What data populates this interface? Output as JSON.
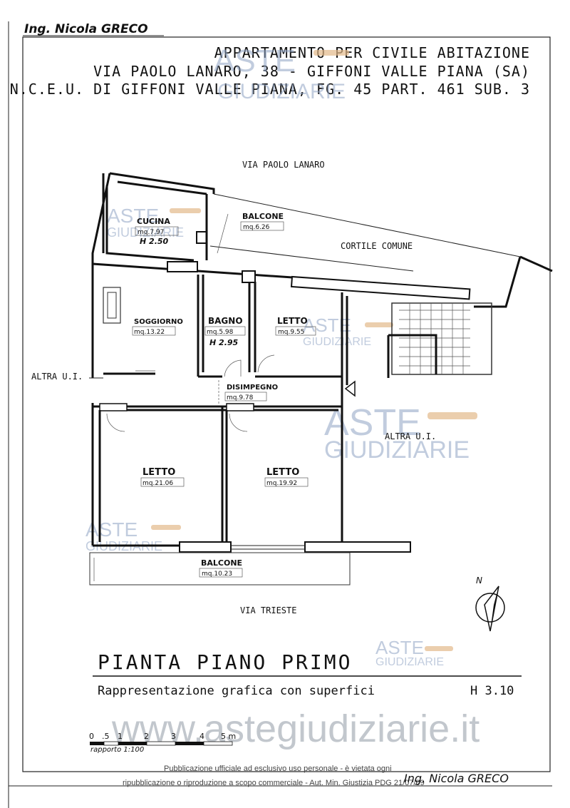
{
  "author": "Ing. Nicola GRECO",
  "header": {
    "line1": "APPARTAMENTO PER CIVILE ABITAZIONE",
    "line2": "VIA PAOLO LANARO, 38 - GIFFONI VALLE PIANA (SA)",
    "line3": "N.C.E.U. DI GIFFONI VALLE PIANA, FG. 45 PART. 461 SUB. 3"
  },
  "streets": {
    "top": "VIA PAOLO LANARO",
    "bottom": "VIA TRIESTE",
    "courtyard": "CORTILE COMUNE",
    "altra_left": "ALTRA U.I.",
    "altra_right": "ALTRA U.I."
  },
  "rooms": {
    "cucina": {
      "name": "CUCINA",
      "area": "mq.7.97",
      "height": "H 2.50"
    },
    "balcone_top": {
      "name": "BALCONE",
      "area": "mq.6.26"
    },
    "soggiorno": {
      "name": "SOGGIORNO",
      "area": "mq.13.22"
    },
    "bagno": {
      "name": "BAGNO",
      "area": "mq.5.98",
      "height": "H 2.95"
    },
    "letto_small": {
      "name": "LETTO",
      "area": "mq.9.55"
    },
    "disimpegno": {
      "name": "DISIMPEGNO",
      "area": "mq.9.78"
    },
    "letto_left": {
      "name": "LETTO",
      "area": "mq.21.06"
    },
    "letto_right": {
      "name": "LETTO",
      "area": "mq.19.92"
    },
    "balcone_bottom": {
      "name": "BALCONE",
      "area": "mq.10.23"
    }
  },
  "north": "N",
  "title": "PIANTA PIANO PRIMO",
  "subtitle": "Rappresentazione grafica con superfici",
  "height_note": "H 3.10",
  "scale": {
    "ticks": [
      "0",
      ".5",
      "1",
      "2",
      "3",
      "4",
      "5 m"
    ],
    "ratio": "rapporto 1:100"
  },
  "watermark": {
    "line1": "ASTE",
    "line2": "GIUDIZIARIE",
    "site": "www.astegiudiziarie.it"
  },
  "footer": {
    "line1": "Pubblicazione ufficiale ad esclusivo uso personale - è vietata ogni",
    "line2": "ripubblicazione o riproduzione a scopo commerciale - Aut. Min. Giustizia PDG 21/07/09"
  }
}
